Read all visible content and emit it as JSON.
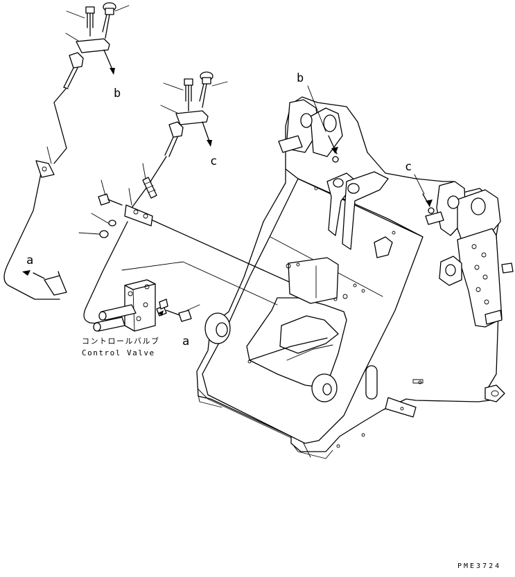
{
  "diagram": {
    "ref_labels": {
      "b_top": "b",
      "c_top": "c",
      "a_left": "a",
      "a_valve": "a",
      "b_frame": "b",
      "c_frame": "c"
    },
    "control_valve_label_jp": "コントロールバルブ",
    "control_valve_label_en": "Control Valve",
    "drawing_code": "PME3724"
  }
}
